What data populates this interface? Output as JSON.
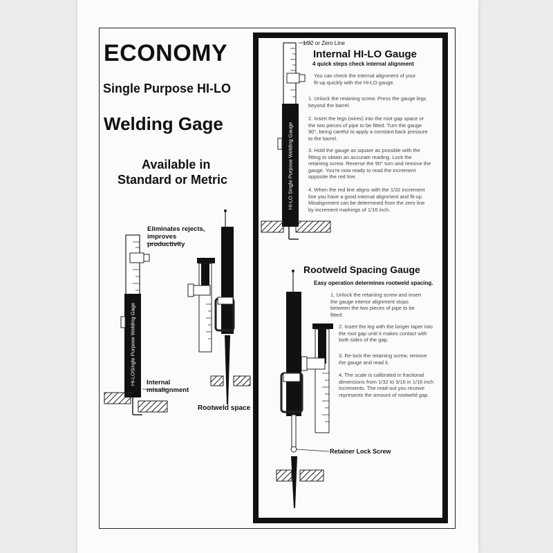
{
  "left_panel": {
    "title": "ECONOMY",
    "subtitle": "Single Purpose HI-LO",
    "product": "Welding Gage",
    "availability_line1": "Available in",
    "availability_line2": "Standard or Metric",
    "callout_eliminates": [
      "Eliminates rejects,",
      "improves",
      "productivity"
    ],
    "callout_internal": [
      "Internal",
      "misalignment"
    ],
    "gauge_label": "HI-LOSingle Purpose Welding Gage",
    "rootweld_space_label": "Rootweld space"
  },
  "internal_section": {
    "zero_line_label": "1/32 or Zero Line",
    "heading": "Internal HI-LO Gauge",
    "subheading": "4 quick steps check internal alignment",
    "intro": [
      "You can check the internal alignment of your",
      "fit-up quickly with the HI-LO gauge."
    ],
    "steps": [
      [
        "1.  Unlock the retaining screw. Press the gauge legs",
        "beyond the barrel."
      ],
      [
        "2.  Insert the legs (wires) into the root gap space or",
        "the two pieces of pipe to be fitted. Turn the gauge",
        "90°, being careful to apply a constant back pressure",
        "to the barrel."
      ],
      [
        "3.  Hold the gauge as square as possible with the",
        "fitting to obtain an accurate reading. Lock the",
        "retaining screw. Reverse the 90° turn and remove the",
        "gauge. You're now ready to read the increment",
        "opposite the red line."
      ],
      [
        "4.  When the red line aligns with the 1/32 increment",
        "line you have a good internal alignment and fit-up.",
        "Misalignment can be determined from the zero line",
        "by increment markings of 1/16 inch."
      ]
    ],
    "gauge_label": "HI-LO Single Purpose Welding Gauge"
  },
  "rootweld_section": {
    "heading": "Rootweld Spacing Gauge",
    "subheading": "Easy operation determines rootweld spacing.",
    "steps": [
      [
        "1.  Unlock the retaining screw and insert",
        "the gauge interior alignment stops",
        "between the two pieces of pipe to be",
        "fitted."
      ],
      [
        "2.  Insert the leg with the longer taper into",
        "the root gap until it makes contact with",
        "both sides of the gap."
      ],
      [
        "3.  Re-lock the retaining screw, remove",
        "the gauge and read it."
      ],
      [
        "4.  The scale is calibrated in fractional",
        "dimensions from 1/32 to 3/16 in 1/16 inch",
        "increments. The read-out you receive",
        "represents the amount of rootweld gap."
      ]
    ],
    "retainer_label": "Retainer Lock Screw"
  }
}
